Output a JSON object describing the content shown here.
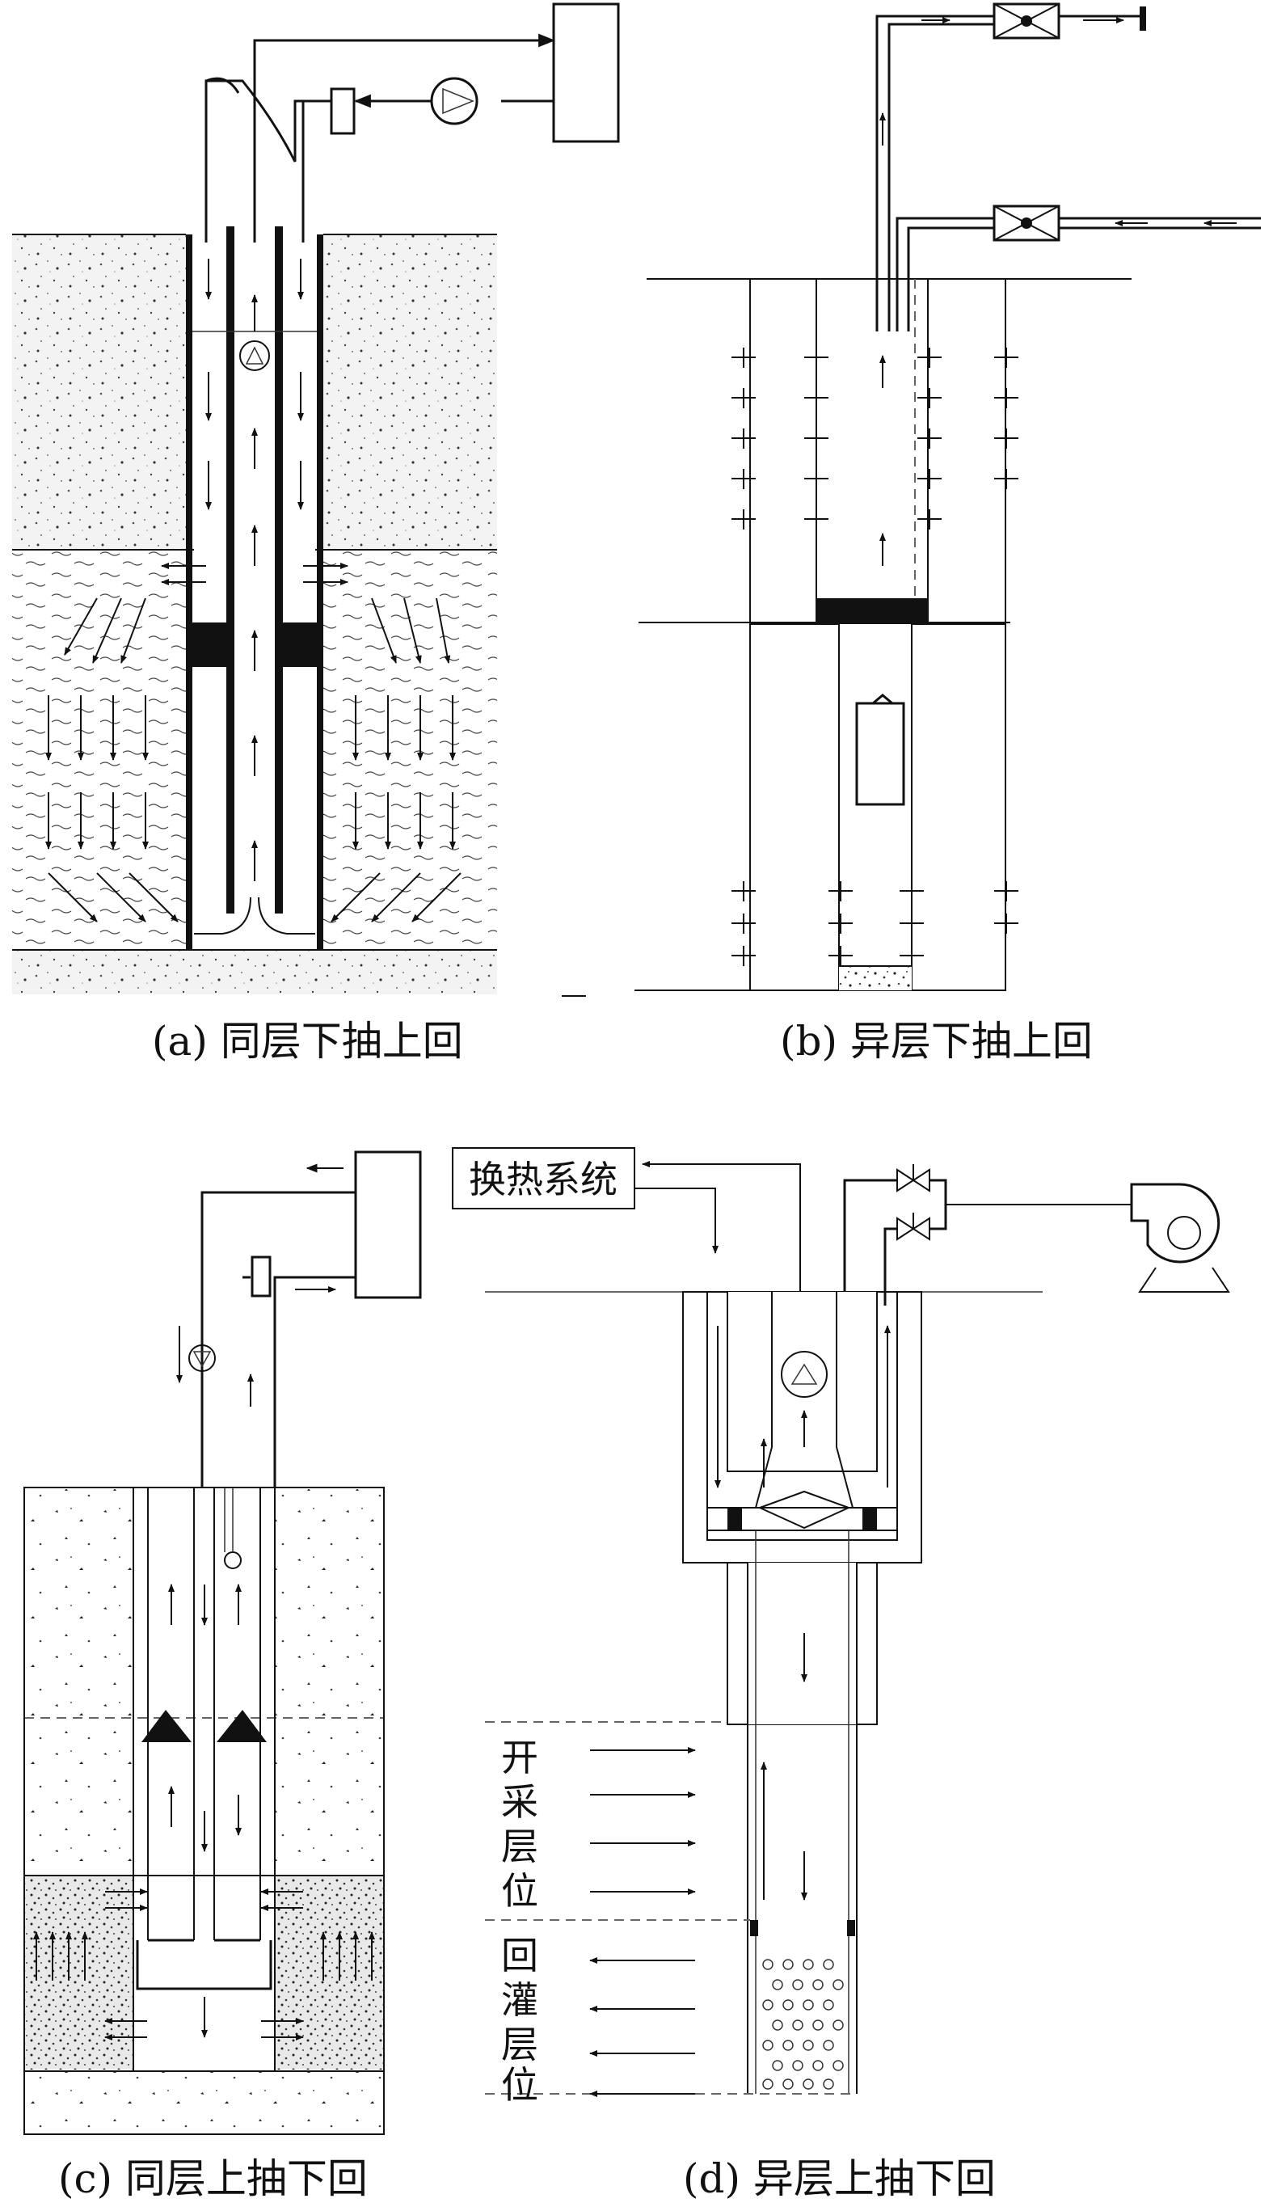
{
  "panels": {
    "a": {
      "caption": "(a) 同层下抽上回"
    },
    "b": {
      "caption": "(b) 异层下抽上回"
    },
    "c": {
      "caption": "(c) 同层上抽下回"
    },
    "d": {
      "caption": "(d) 异层上抽下回",
      "heat_exchange_label": "换热系统",
      "production_zone_label": [
        "开",
        "采",
        "层",
        "位"
      ],
      "reinjection_zone_label": [
        "回",
        "灌",
        "层",
        "位"
      ]
    }
  },
  "icons": [
    "pump-icon",
    "valve-icon",
    "blower-icon",
    "arrow-icon"
  ]
}
